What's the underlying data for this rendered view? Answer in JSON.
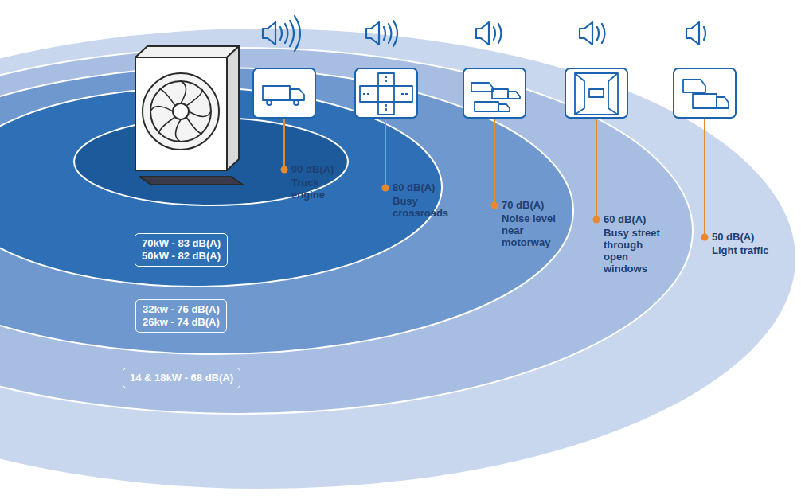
{
  "diagram": {
    "nodes": [
      {
        "text": [
          "70kW - 83 dB(A)",
          "50kW - 82 dB(A)"
        ]
      },
      {
        "text": [
          "32kw - 76 dB(A)",
          "26kw - 74 dB(A)"
        ]
      },
      {
        "text": [
          "14 & 18kW - 68 dB(A)"
        ]
      }
    ],
    "labels": [
      "90 dB(A)",
      "Truck engine",
      "80 dB(A)",
      "Busy crossroads",
      "70 dB(A)",
      "Noise level near motorway",
      "60 dB(A)",
      "Busy street through open windows",
      "50 dB(A)",
      "Light traffic"
    ]
  }
}
